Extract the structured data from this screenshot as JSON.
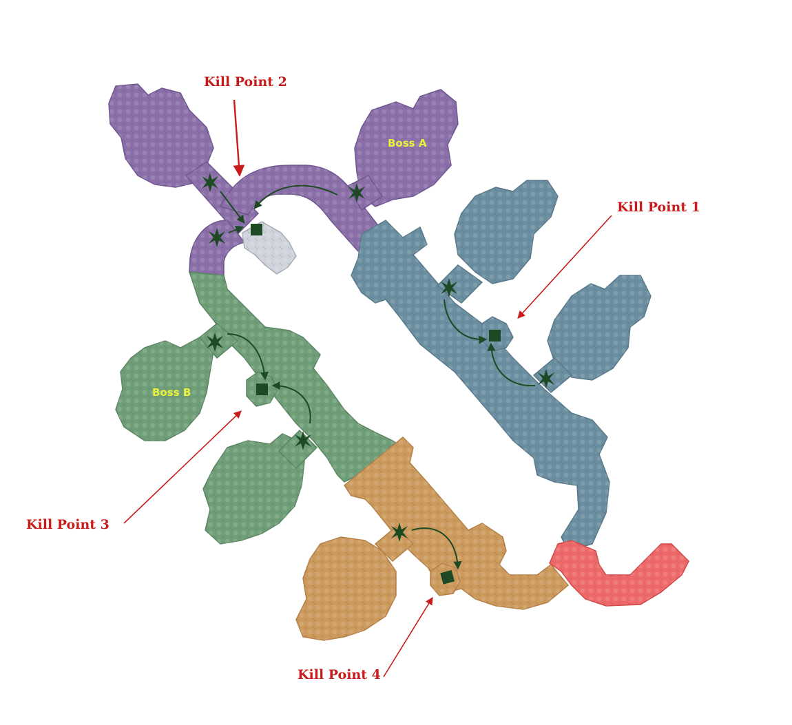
{
  "colors": {
    "purple": "#8a6fa8",
    "purple_dark": "#6f5690",
    "teal": "#6b8fa0",
    "teal_dark": "#58798a",
    "green": "#6f9e78",
    "green_dark": "#5a8663",
    "orange": "#cc9a5c",
    "orange_dark": "#b48048",
    "red_zone": "#ee6a6a",
    "silver_zone": "#cfd3dc",
    "marker": "#1d4a24",
    "callout": "#c81c1c",
    "boss_text": "#eaf23a"
  },
  "labels": {
    "kill_point_1": "Kill Point 1",
    "kill_point_2": "Kill Point 2",
    "kill_point_3": "Kill Point 3",
    "kill_point_4": "Kill Point 4",
    "boss_a": "Boss A",
    "boss_b": "Boss B"
  },
  "icons": {
    "spawn": "star-burst-icon",
    "kill_marker": "square-marker-icon",
    "flow": "curved-arrow-icon"
  }
}
